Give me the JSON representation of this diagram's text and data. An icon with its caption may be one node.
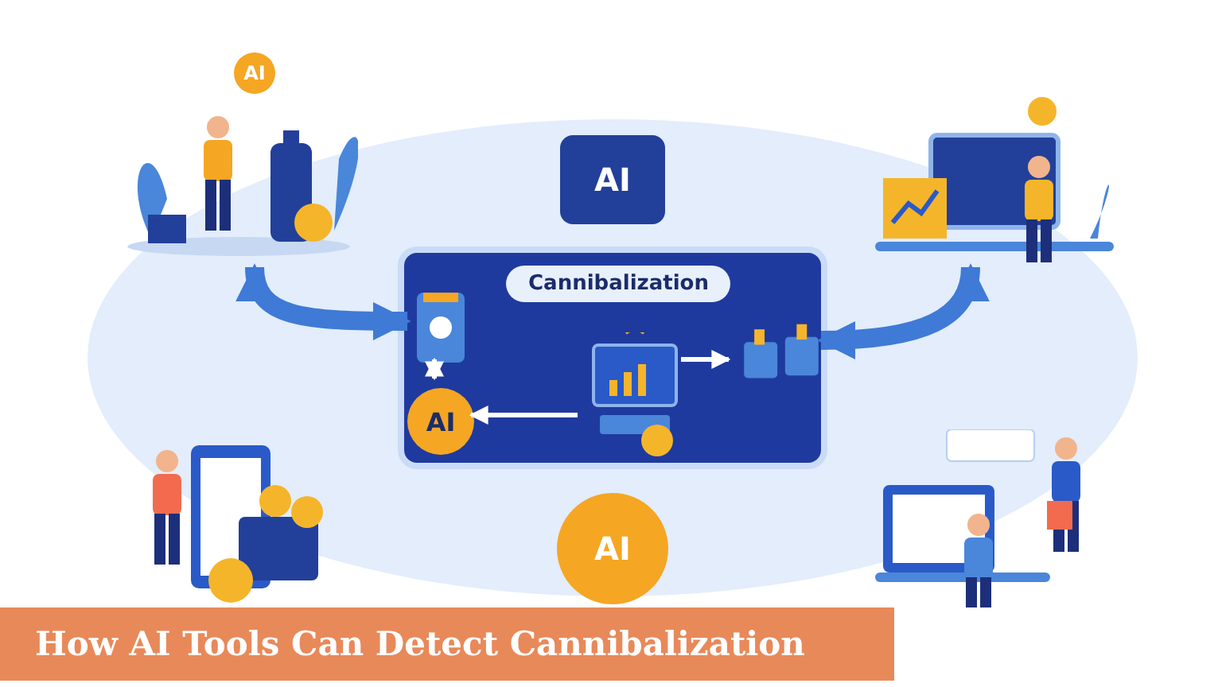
{
  "diagram": {
    "title": "How AI Tools Can Detect Cannibalization",
    "nodes": [
      {
        "text": [],
        "shape": "picture"
      },
      {
        "text": [
          "AI"
        ]
      },
      {
        "text": [
          "AI"
        ]
      },
      {
        "text": [],
        "shape": "picture"
      },
      {
        "text": [
          "Cannibalization"
        ]
      },
      {
        "text": [
          "AI"
        ],
        "in": 4
      },
      {
        "text": [],
        "shape": "picture",
        "in": 4
      },
      {
        "text": [],
        "shape": "picture",
        "in": 4
      },
      {
        "text": [],
        "shape": "picture",
        "in": 4
      },
      {
        "text": [],
        "shape": "picture"
      },
      {
        "text": [
          "AI"
        ]
      },
      {
        "text": [],
        "shape": "picture"
      }
    ],
    "edges": [
      {
        "from": 0,
        "to": 6,
        "arrow": "both",
        "style": "thick",
        "color": "#3f7ad6"
      },
      {
        "from": 3,
        "to": 8,
        "arrow": "both",
        "style": "thick",
        "color": "#3f7ad6"
      },
      {
        "from": 6,
        "to": 5,
        "arrow": "both",
        "color": "#ffffff"
      },
      {
        "from": 7,
        "to": 5,
        "arrow": "to",
        "color": "#ffffff"
      },
      {
        "from": 7,
        "to": 8,
        "arrow": "to",
        "color": "#ffffff"
      }
    ]
  }
}
